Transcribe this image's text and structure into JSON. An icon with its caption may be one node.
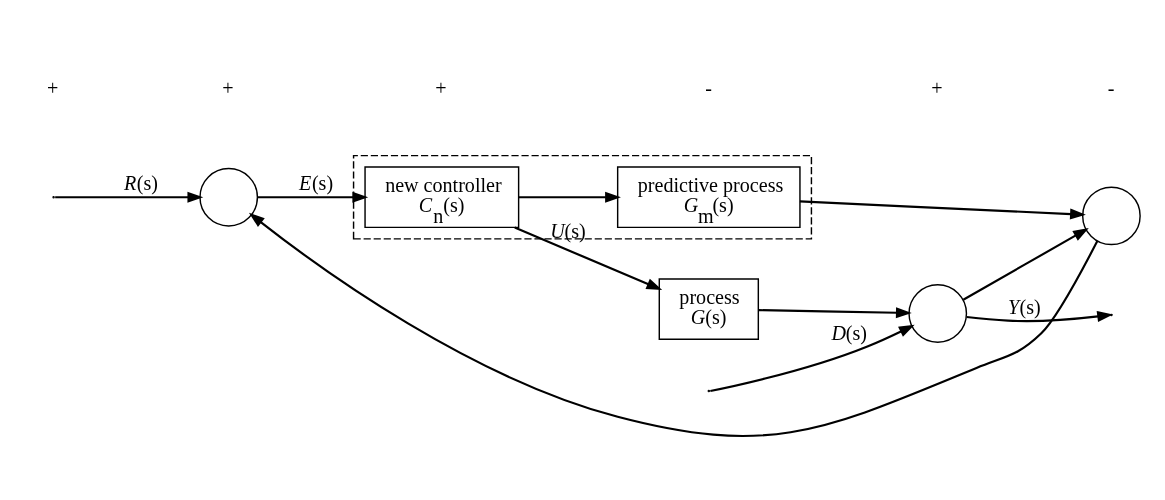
{
  "diagram": {
    "nodes": [
      {
        "text": [],
        "shape": "box"
      },
      {
        "text": [],
        "shape": "circle"
      },
      {
        "text": [
          "new controller",
          "*C*$_{n}$(s)"
        ],
        "in": 0
      },
      {
        "text": [
          "process",
          "*G*(s)"
        ]
      },
      {
        "text": [],
        "shape": "circle"
      },
      {
        "text": [
          "predictive process",
          "*G*$_{m}$(s)"
        ],
        "in": 0
      },
      {
        "text": [],
        "shape": "circle"
      }
    ],
    "edges": [
      {
        "from": null,
        "to": 1,
        "arrow": "to",
        "label": "*R*(s)"
      },
      {
        "from": 1,
        "to": 2,
        "arrow": "to",
        "label": "*E*(s)"
      },
      {
        "from": 2,
        "to": 3,
        "arrow": "to",
        "label": "*U*(s)"
      },
      {
        "from": 2,
        "to": 5,
        "arrow": "to"
      },
      {
        "from": null,
        "to": 4,
        "arrow": "to",
        "label": "*D*(s)"
      },
      {
        "from": 3,
        "to": 4,
        "arrow": "to"
      },
      {
        "from": 4,
        "to": null,
        "arrow": "to",
        "label": "*Y*(s)"
      },
      {
        "from": 4,
        "to": 6,
        "arrow": "to"
      },
      {
        "from": 5,
        "to": 6,
        "arrow": "to"
      },
      {
        "from": 6,
        "to": 1,
        "arrow": "to"
      }
    ],
    "labels": [
      "+",
      "+",
      "+",
      "-",
      "+",
      "-"
    ]
  }
}
